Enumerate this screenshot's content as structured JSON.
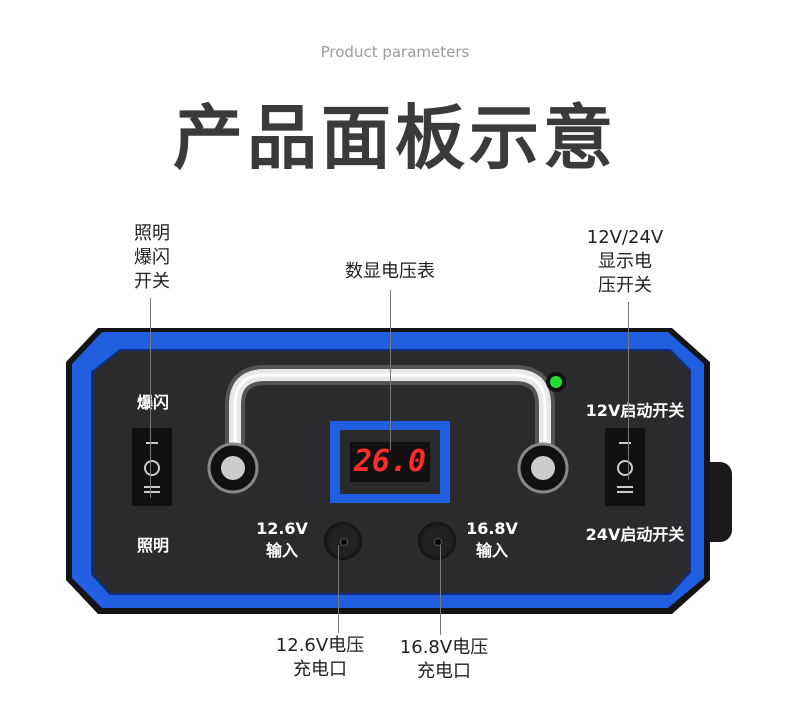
{
  "header": {
    "subtitle": "Product parameters",
    "title": "产品面板示意"
  },
  "callouts": {
    "flash_switch": [
      "照明",
      "爆闪",
      "开关"
    ],
    "voltmeter": "数显电压表",
    "voltage_switch": [
      "12V/24V",
      "显示电",
      "压开关"
    ],
    "port_126": [
      "12.6V电压",
      "充电口"
    ],
    "port_168": [
      "16.8V电压",
      "充电口"
    ]
  },
  "panel": {
    "flash_label": "爆闪",
    "light_label": "照明",
    "start12_label": "12V启动开关",
    "start24_label": "24V启动开关",
    "input_126": [
      "12.6V",
      "输入"
    ],
    "input_168": [
      "16.8V",
      "输入"
    ],
    "display_value": "26.0"
  },
  "colors": {
    "accent_blue": "#1f5fe0",
    "panel": "#2b2b2d",
    "display_red": "#ff2a2a",
    "led_green": "#22dd33"
  }
}
